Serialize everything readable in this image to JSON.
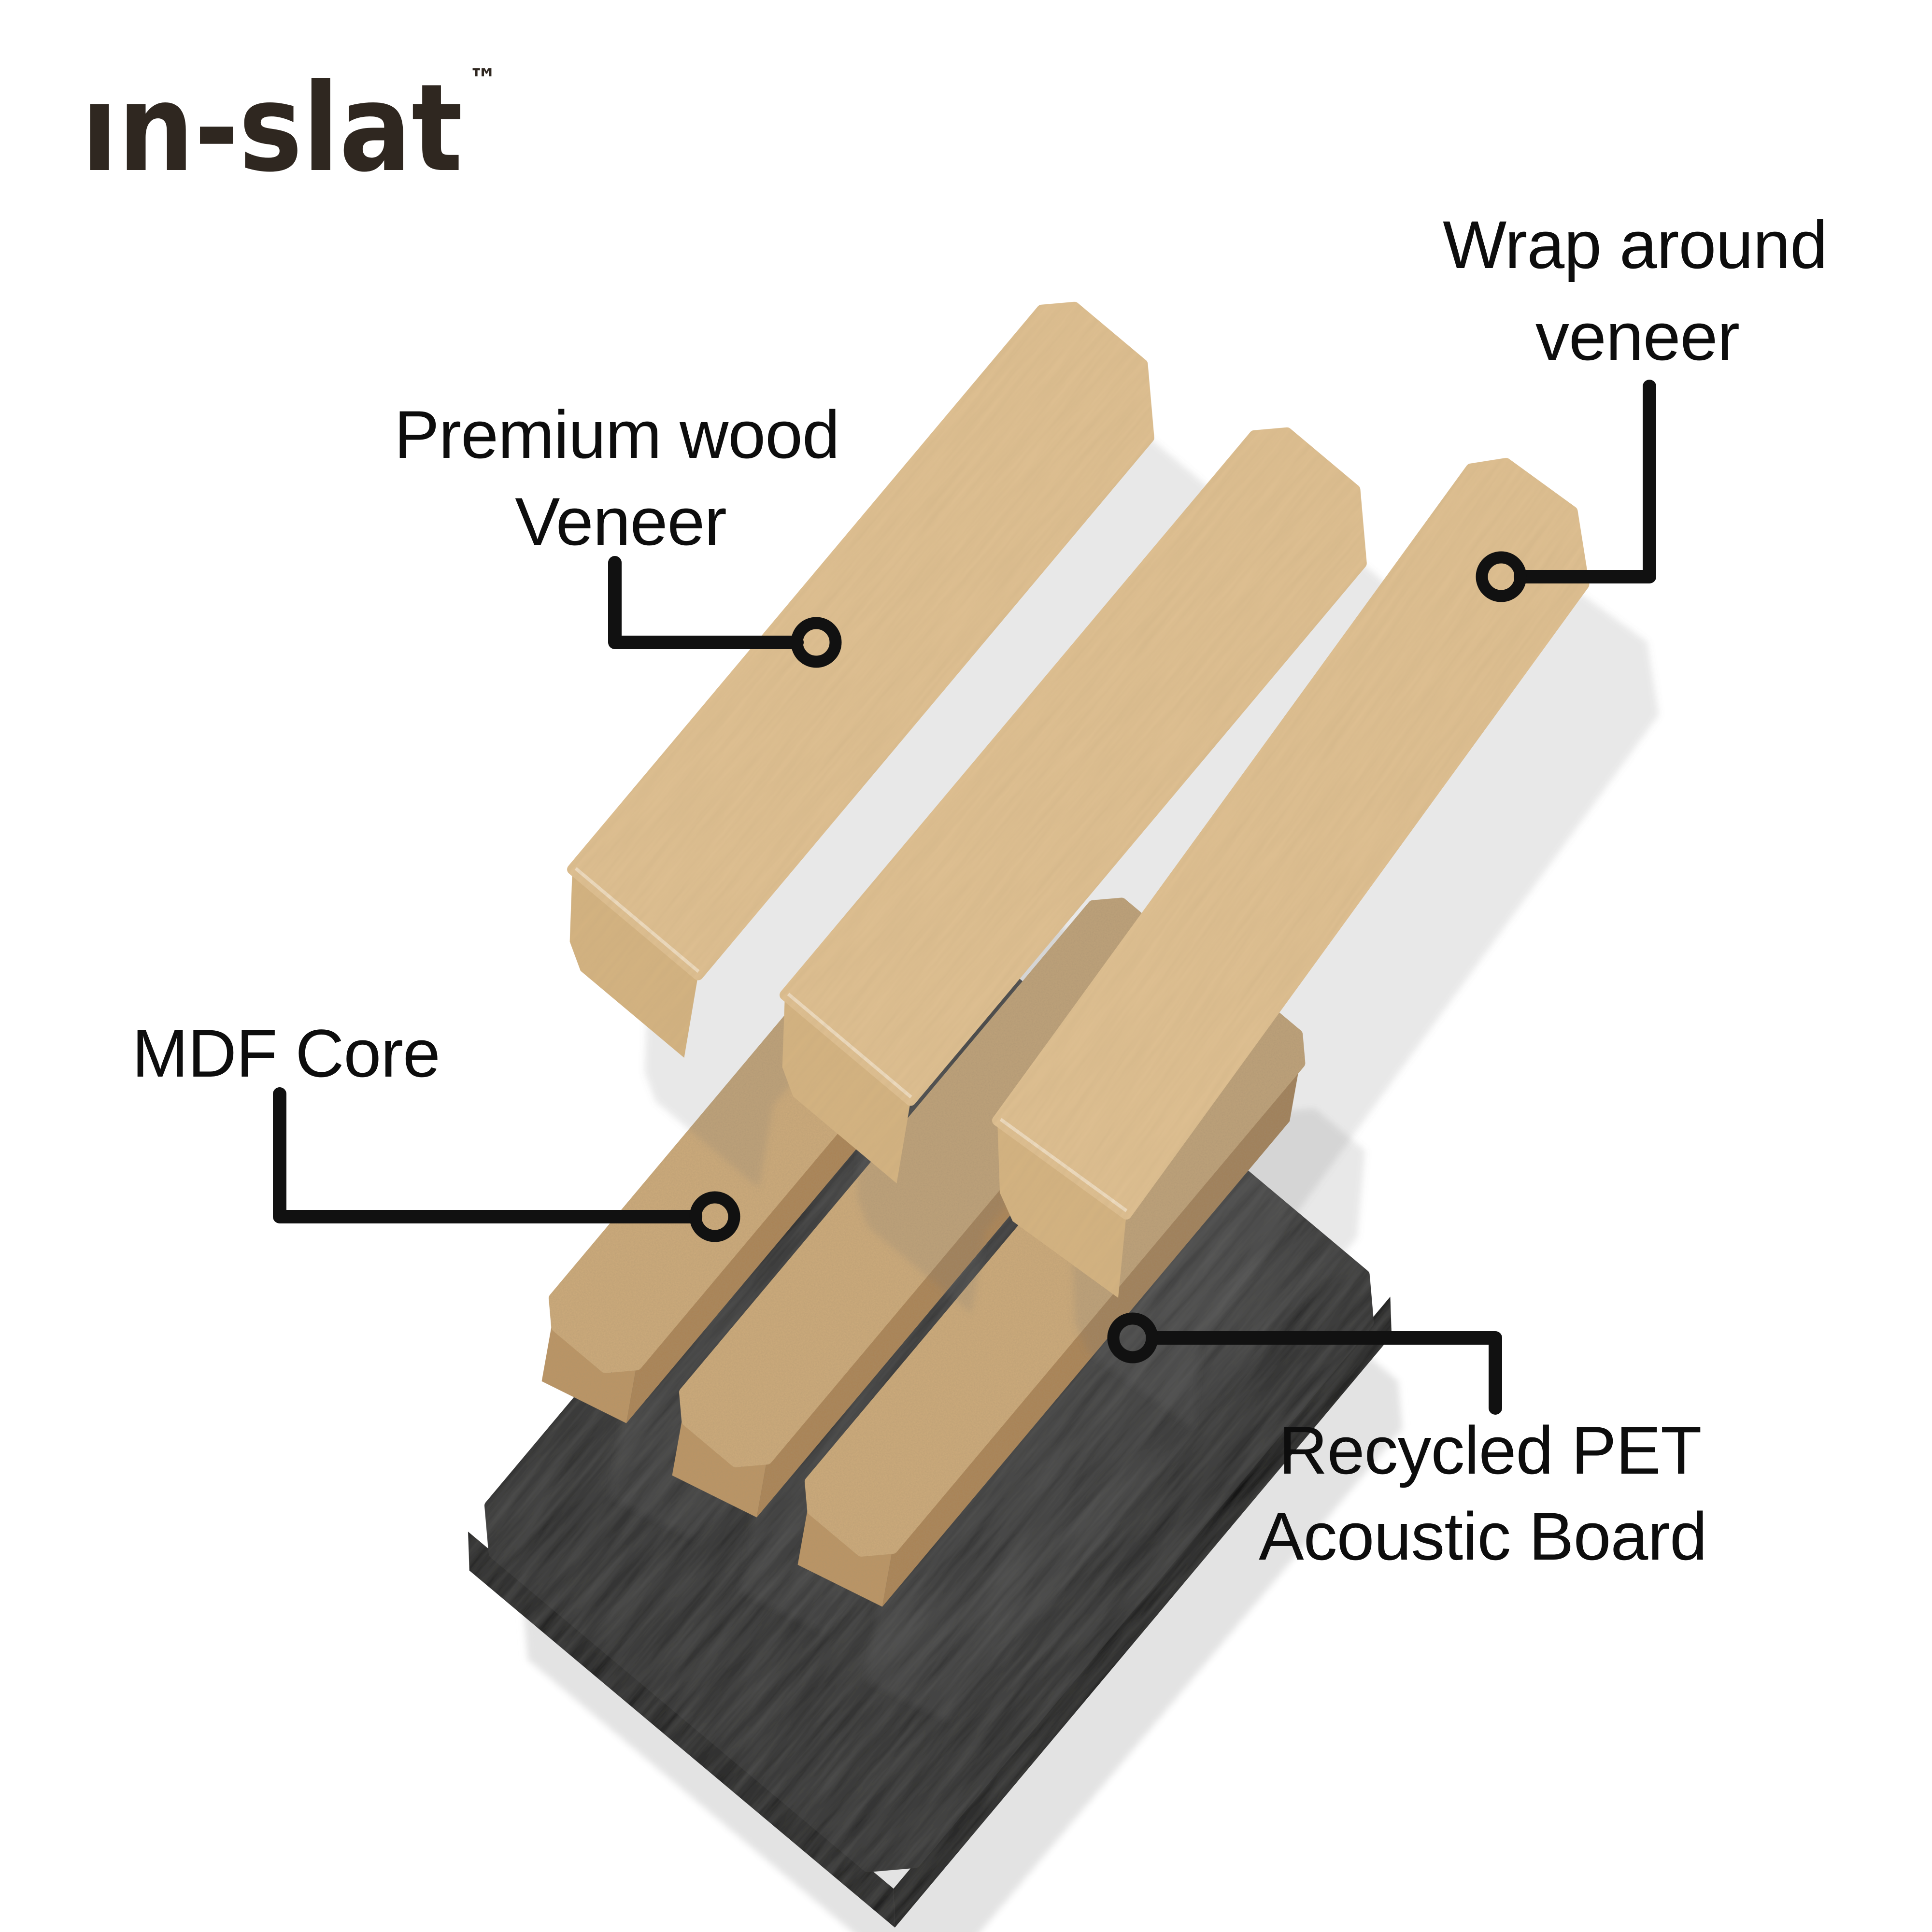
{
  "logo": {
    "text": "ın-slat",
    "trademark": "™",
    "color": "#2f2720"
  },
  "labels": {
    "wrap": {
      "line1": "Wrap around",
      "line2": "veneer"
    },
    "premium": {
      "line1": "Premium wood",
      "line2": "Veneer"
    },
    "mdf": {
      "text": "MDF Core"
    },
    "pet": {
      "line1": "Recycled PET",
      "line2": "Acoustic Board"
    }
  },
  "colors": {
    "veneer": "#dfc092",
    "veneer_fold": "#d4b381",
    "crease": "rgba(255,250,240,0.5)",
    "mdf_top": "#cdab7c",
    "mdf_side": "#aa8354",
    "mdf_end": "#bc9565",
    "board_top": "#2c2a29",
    "board_edge_short": "#1c1b1a",
    "board_edge_long": "#151413",
    "shadow_board": "#e3e3e3",
    "shadow_cast": "rgba(110,110,110,0.16)",
    "leader": "#111111",
    "text": "#0d0d0d"
  }
}
